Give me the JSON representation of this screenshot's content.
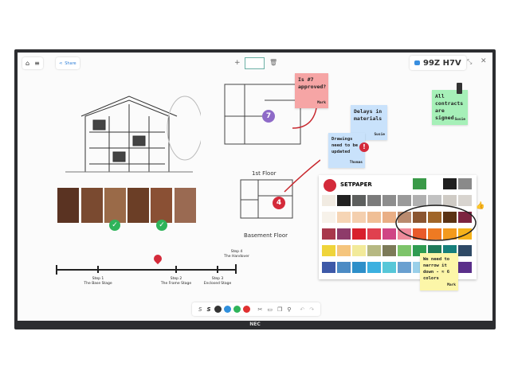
{
  "toolbar_left": {
    "share_label": "Share"
  },
  "room_code": "99Z H7V",
  "notes": [
    {
      "text": "Is #7 approved?",
      "author": "Mark",
      "color": "#f6a5a5"
    },
    {
      "text": "Delays in materials",
      "author": "Susie",
      "color": "#c9e2fb"
    },
    {
      "text": "Drawings need to be updated",
      "author": "Thomas",
      "color": "#c9e2fb"
    },
    {
      "text": "All contracts are signed",
      "author": "Susie",
      "color": "#a6f0b8"
    },
    {
      "text": "We need to narrow it down - ≈ 6 colors",
      "author": "Mark",
      "color": "#fcf6a8"
    }
  ],
  "plans": {
    "first_floor": "1st Floor",
    "basement_floor": "Basement Floor",
    "marker_1": "7",
    "marker_2": "4"
  },
  "timeline": [
    {
      "step": "Step 1",
      "label": "The Base Stage"
    },
    {
      "step": "Step 2",
      "label": "The Frame Stage"
    },
    {
      "step": "Step 3",
      "label": "Enclosed Stage"
    },
    {
      "step": "Step 4",
      "label": "The Handover"
    }
  ],
  "color_chart": {
    "brand": "SETPAPER",
    "rows": [
      [
        "",
        "",
        "",
        "",
        "",
        "",
        "#3a9a48",
        "",
        "#1f1f1f",
        "#8a8a8a"
      ],
      [
        "#f1ebe2",
        "#222222",
        "#5d5f5e",
        "#7b7b7b",
        "#8d8d8d",
        "#9a9a9a",
        "#b0b0b0",
        "#c2c2c2",
        "#cfcbc5",
        "#d8d4cf"
      ],
      [
        "#f7f2ea",
        "#f6d5b5",
        "#f4cfae",
        "#f0bf96",
        "#e9ae85",
        "#b98a6e",
        "#8b5530",
        "#a06528",
        "#5b3314",
        "#7c2440"
      ],
      [
        "#a8384c",
        "#8e3b6a",
        "#d8202c",
        "#e0404f",
        "#d04585",
        "#ee8a9a",
        "#e85a2a",
        "#ee7a22",
        "#f39a1d",
        "#f5b21a"
      ],
      [
        "#efd43a",
        "#f5c57d",
        "#f2ea9a",
        "#b6b882",
        "#7c7a58",
        "#7dc46a",
        "#2f9c52",
        "#1f7a5a",
        "#167f7c",
        "#2f4a66"
      ],
      [
        "#3d59a8",
        "#4c8bc4",
        "#2d8fc9",
        "#3bb0e0",
        "#57c7d8",
        "#6aa0d0",
        "#9ad0ea",
        "#2c5aa8",
        "#3a3f90",
        "#5a2f8a"
      ]
    ]
  },
  "wood_colors": [
    "#5a3322",
    "#7a4a30",
    "#9a6a48",
    "#6b3e26",
    "#8a5034",
    "#9a6a52"
  ],
  "bottom_toolbar": {
    "pen_colors": [
      "#333333",
      "#2f8fdc",
      "#2fb45a",
      "#e03030"
    ]
  },
  "monitor_brand": "NEC"
}
